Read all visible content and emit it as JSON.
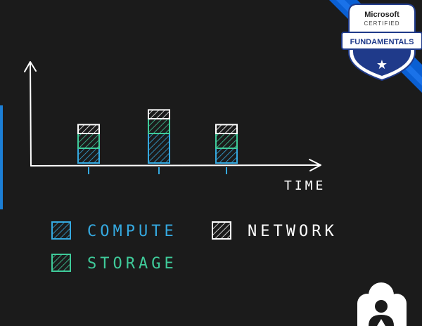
{
  "badge": {
    "brand": "Microsoft",
    "certified": "CERTIFIED",
    "ribbon": "FUNDAMENTALS",
    "star": "★",
    "colors": {
      "banner": "#0a5fd3",
      "shield": "#1f3a8a",
      "ribbon_bg": "#ffffff"
    }
  },
  "chart_data": {
    "type": "bar",
    "stacked": true,
    "categories": [
      "",
      "",
      ""
    ],
    "xlabel": "TIME",
    "ylabel": "",
    "grid": false,
    "legend_position": "bottom",
    "series": [
      {
        "name": "COMPUTE",
        "color": "#35a9e0",
        "values": [
          1,
          2,
          1
        ]
      },
      {
        "name": "STORAGE",
        "color": "#3fcb9a",
        "values": [
          1,
          1,
          1
        ]
      },
      {
        "name": "NETWORK",
        "color": "#ffffff",
        "values": [
          0.6,
          0.6,
          0.6
        ]
      }
    ],
    "legend_order": [
      "COMPUTE",
      "NETWORK",
      "STORAGE"
    ]
  },
  "logo": {
    "icon": "cloud-person-icon"
  },
  "accent_color": "#1c7fd6"
}
